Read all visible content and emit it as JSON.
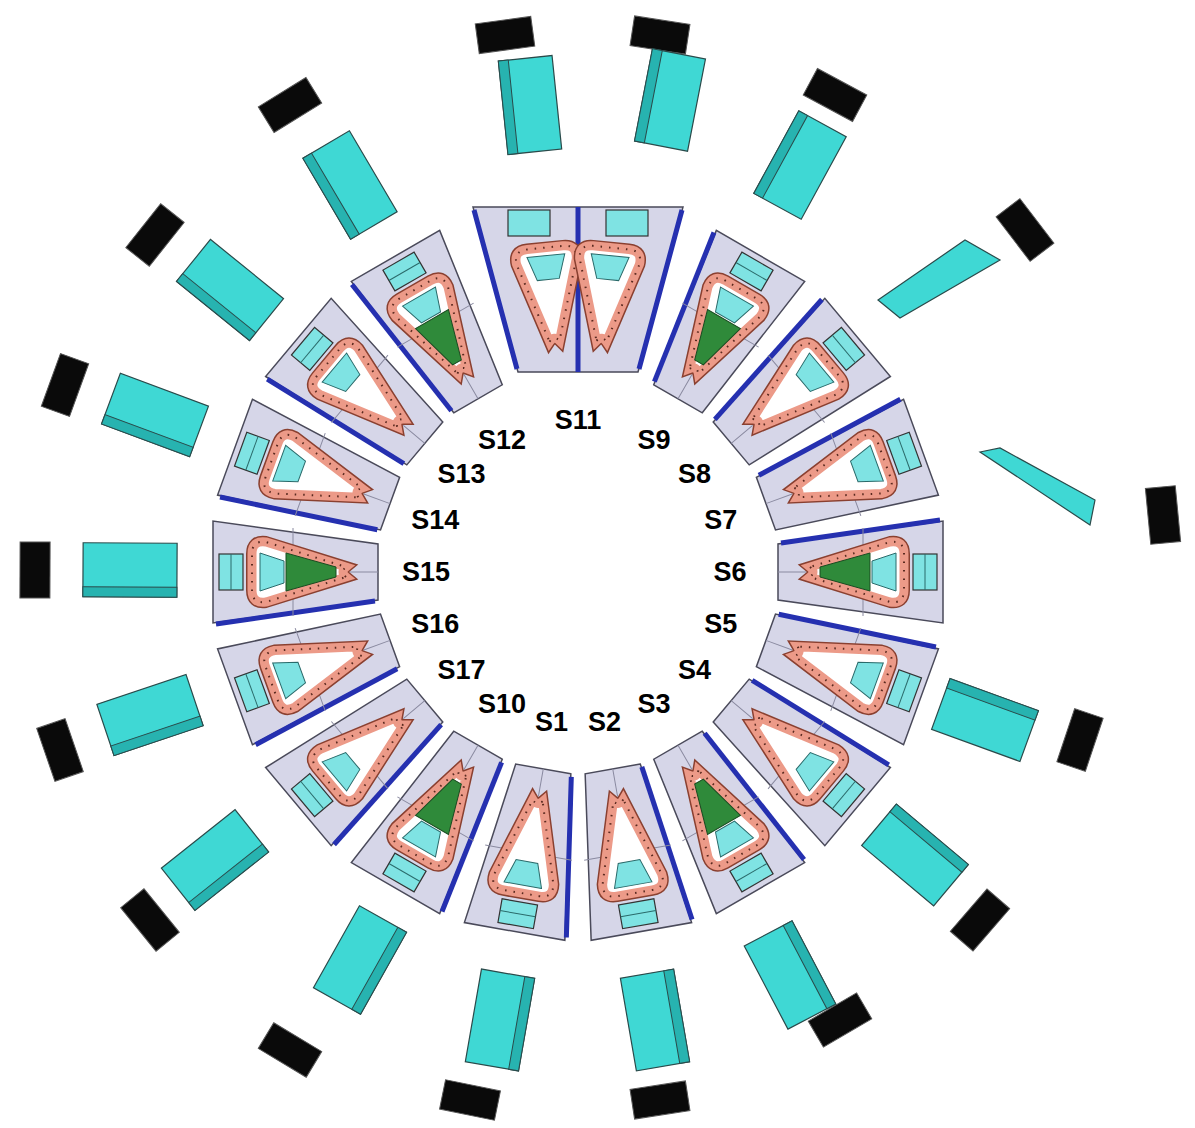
{
  "diagram": {
    "labels": [
      "S11",
      "S9",
      "S12",
      "S8",
      "S13",
      "S7",
      "S14",
      "S15",
      "S6",
      "S5",
      "S16",
      "S4",
      "S17",
      "S3",
      "S10",
      "S2",
      "S1"
    ]
  }
}
